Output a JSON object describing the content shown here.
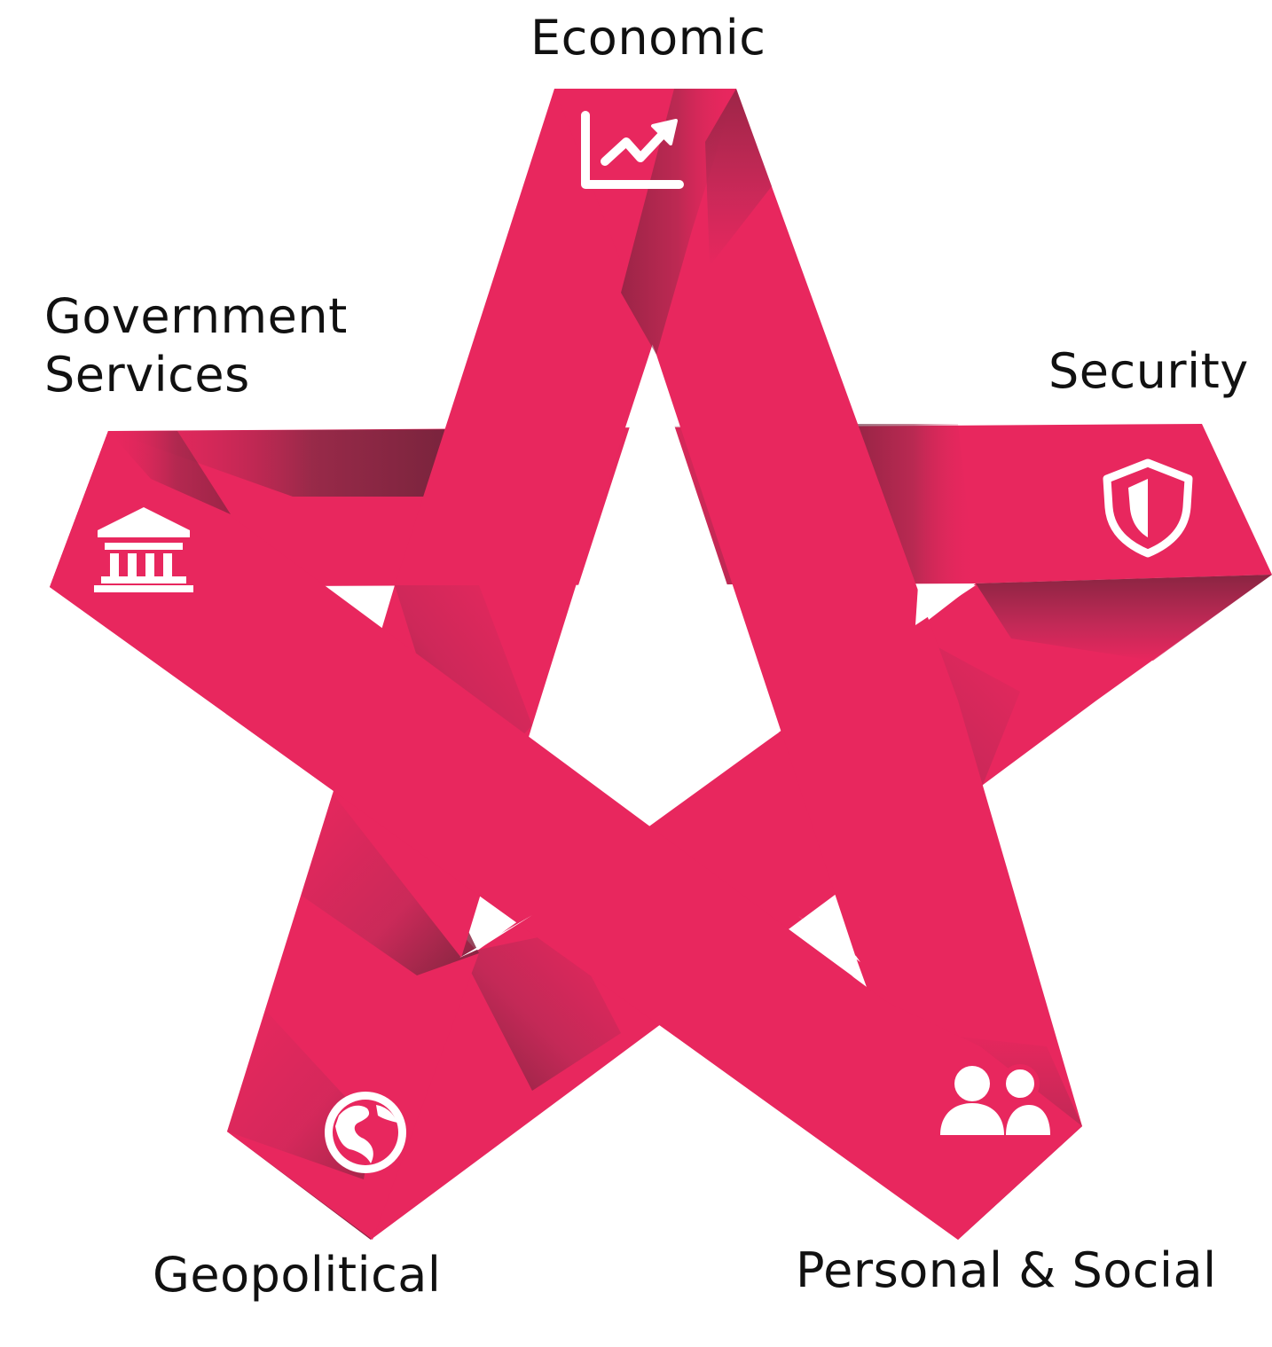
{
  "diagram": {
    "colors": {
      "ribbon": "#E8275E",
      "shadow": "#6E2539",
      "icon": "#FFFFFF",
      "text": "#111111",
      "background": "#FFFFFF"
    },
    "labels": {
      "economic": "Economic",
      "government_line1": "Government",
      "government_line2": "Services",
      "security": "Security",
      "geopolitical": "Geopolitical",
      "personal_social": "Personal & Social"
    },
    "icons": {
      "economic": "trend-chart-icon",
      "government": "bank-building-icon",
      "security": "shield-icon",
      "geopolitical": "globe-icon",
      "personal_social": "people-icon"
    }
  }
}
